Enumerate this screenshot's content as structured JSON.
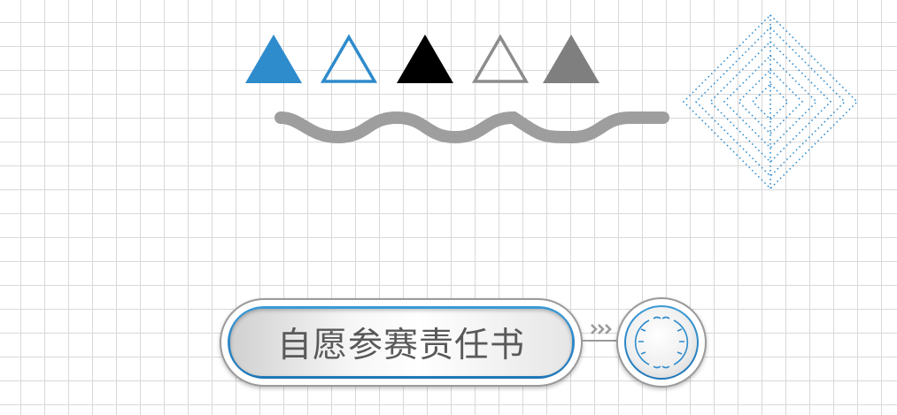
{
  "title": "自愿参赛责任书",
  "triangles": [
    {
      "icon": "triangle-filled-icon",
      "style": "filled",
      "color": "#2e8bcc"
    },
    {
      "icon": "triangle-outline-icon",
      "style": "outline",
      "color": "#2e8bcc"
    },
    {
      "icon": "triangle-filled-icon",
      "style": "filled",
      "color": "#000000"
    },
    {
      "icon": "triangle-outline-icon",
      "style": "outline",
      "color": "#8c8c8c"
    },
    {
      "icon": "triangle-filled-icon",
      "style": "filled",
      "color": "#7f7f7f"
    }
  ],
  "decor": {
    "wave_color": "#9e9e9e",
    "diamond_color": "#2e8bcc",
    "accent": "#2e8bcc",
    "badge_icon": "laurel-wreath-icon",
    "arrows_icon": "triple-chevron-right-icon"
  }
}
